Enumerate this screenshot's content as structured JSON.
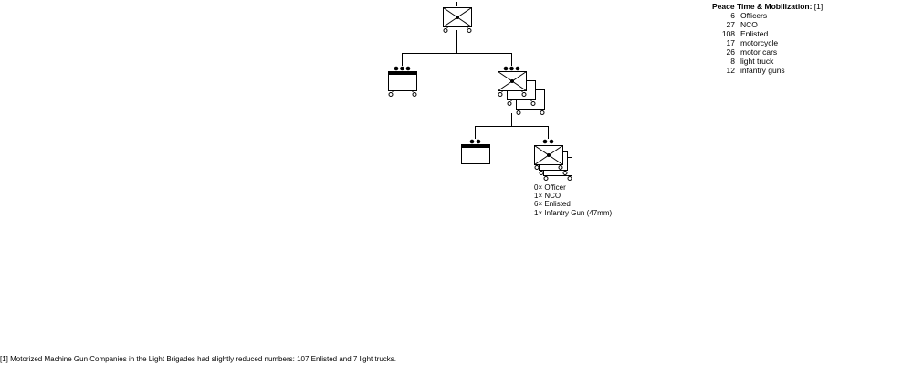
{
  "summary": {
    "title": "Peace Time & Mobilization:",
    "note": "[1]",
    "rows": [
      {
        "count": "6",
        "label": "Officers"
      },
      {
        "count": "27",
        "label": "NCO"
      },
      {
        "count": "108",
        "label": "Enlisted"
      },
      {
        "count": "17",
        "label": "motorcycle"
      },
      {
        "count": "26",
        "label": "motor cars"
      },
      {
        "count": "8",
        "label": "light truck"
      },
      {
        "count": "12",
        "label": "infantry guns"
      }
    ]
  },
  "detail": [
    {
      "qty": "0×",
      "label": "Officer"
    },
    {
      "qty": "1×",
      "label": "NCO"
    },
    {
      "qty": "6×",
      "label": "Enlisted"
    },
    {
      "qty": "1×",
      "label": "Infantry Gun (47mm)"
    }
  ],
  "footnote": "[1] Motorized Machine Gun Companies in the Light Brigades had slightly reduced numbers: 107 Enlisted and 7 light trucks.",
  "colors": {
    "line": "#000000",
    "fill": "#ffffff"
  }
}
